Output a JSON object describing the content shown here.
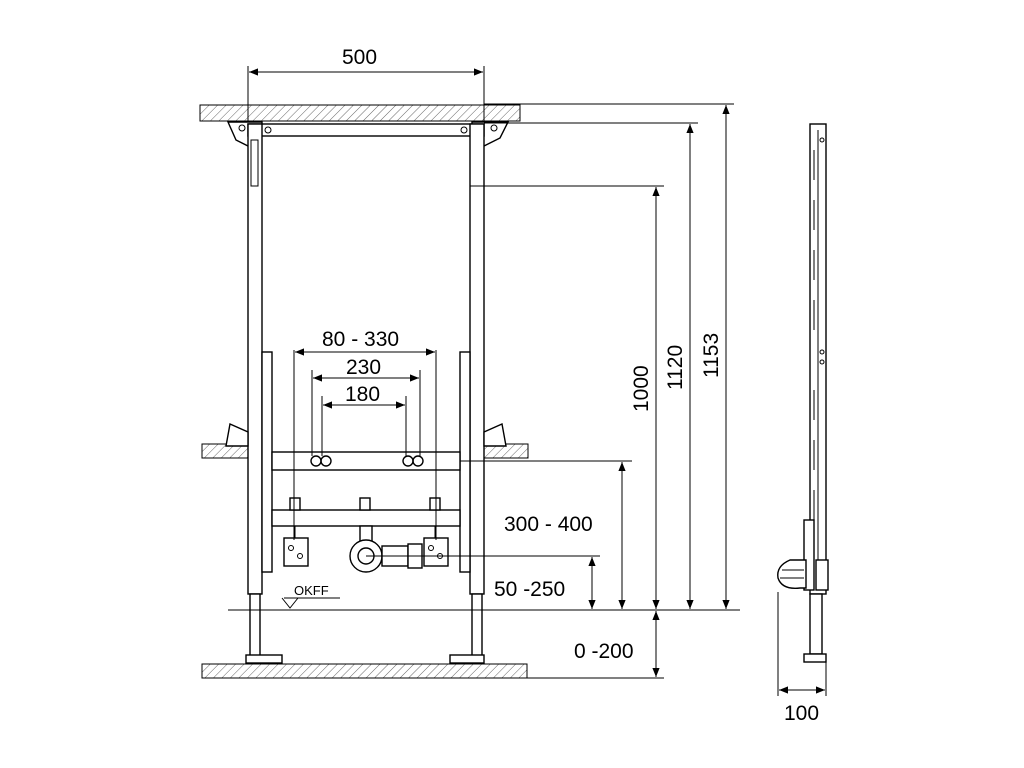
{
  "dimensions": {
    "width_top": "500",
    "range_80_330": "80 - 330",
    "spacing_230": "230",
    "spacing_180": "180",
    "height_1000": "1000",
    "height_1120": "1120",
    "height_1153": "1153",
    "range_300_400": "300 - 400",
    "range_50_250": "50 -250",
    "range_0_200": "0 -200",
    "depth_100": "100"
  },
  "labels": {
    "floor_level": "OKFF"
  }
}
